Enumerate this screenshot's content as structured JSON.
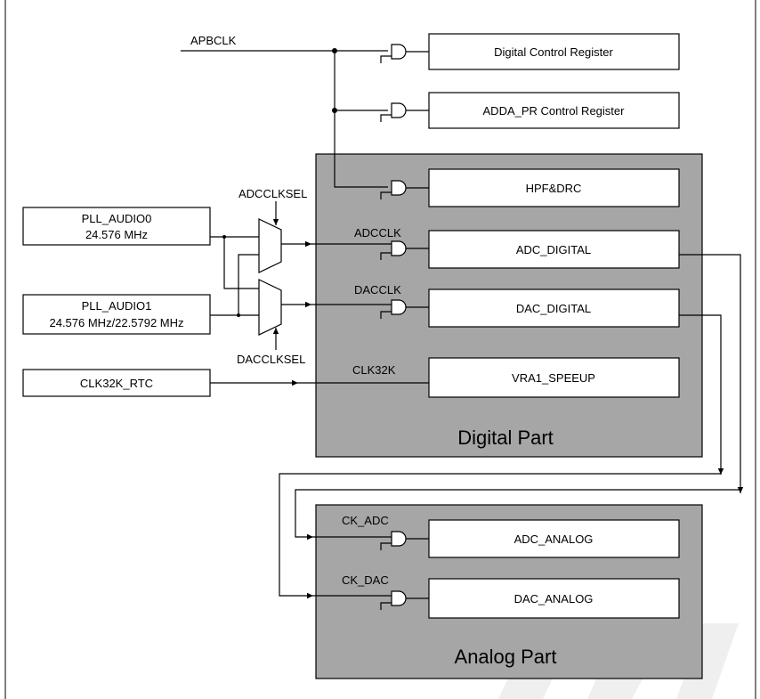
{
  "clocks": {
    "apbclk": "APBCLK",
    "adcclksel": "ADCCLKSEL",
    "dacclksel": "DACCLKSEL",
    "adcclk": "ADCCLK",
    "dacclk": "DACCLK",
    "clk32k": "CLK32K",
    "ck_adc": "CK_ADC",
    "ck_dac": "CK_DAC"
  },
  "sources": {
    "pll_audio0_name": "PLL_AUDIO0",
    "pll_audio0_freq": "24.576 MHz",
    "pll_audio1_name": "PLL_AUDIO1",
    "pll_audio1_freq": "24.576 MHz/22.5792 MHz",
    "clk32k_rtc": "CLK32K_RTC"
  },
  "blocks": {
    "digital_control_register": "Digital Control Register",
    "adda_pr_control_register": "ADDA_PR Control Register",
    "hpf_drc": "HPF&DRC",
    "adc_digital": "ADC_DIGITAL",
    "dac_digital": "DAC_DIGITAL",
    "vra1_speeup": "VRA1_SPEEUP",
    "adc_analog": "ADC_ANALOG",
    "dac_analog": "DAC_ANALOG"
  },
  "parts": {
    "digital": "Digital Part",
    "analog": "Analog Part"
  },
  "colors": {
    "part_fill": "#a6a6a6",
    "line": "#000000",
    "block_fill": "#ffffff"
  }
}
